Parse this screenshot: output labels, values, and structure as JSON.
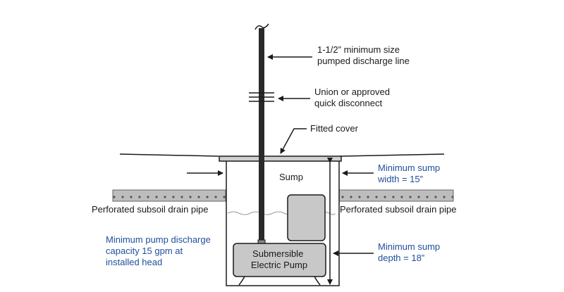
{
  "labels": {
    "discharge_line": [
      "1-1/2” minimum size",
      "pumped discharge line"
    ],
    "union": [
      "Union or approved",
      "quick disconnect"
    ],
    "fitted_cover": "Fitted cover",
    "sump": "Sump",
    "min_width": [
      "Minimum sump",
      "width = 15”"
    ],
    "drain_left": "Perforated subsoil drain pipe",
    "drain_right": "Perforated subsoil drain pipe",
    "pump_capacity": [
      "Minimum pump discharge",
      "capacity 15 gpm at",
      "installed head"
    ],
    "pump": [
      "Submersible",
      "Electric Pump"
    ],
    "min_depth": [
      "Minimum sump",
      "depth = 18”"
    ]
  },
  "colors": {
    "line": "#1a1a1a",
    "blue_text": "#1f4e9c",
    "pump_fill": "#c8c8c8",
    "drain_fill": "#bdbdbd",
    "cover_fill": "#cfcfcf"
  }
}
